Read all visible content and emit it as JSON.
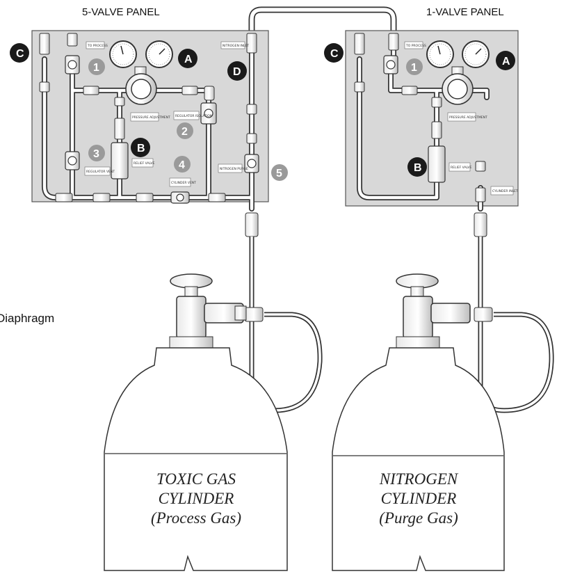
{
  "panels": {
    "five_valve_title": "5-VALVE PANEL",
    "one_valve_title": "1-VALVE PANEL"
  },
  "side_label": "Diaphragm",
  "five_valve_tags": {
    "to_process": "TO PROCESS",
    "nitrogen_inlet": "NITROGEN INLET",
    "pressure_adjustment": "PRESSURE ADJUSTMENT",
    "regulator_isolation": "REGULATOR ISOLATION",
    "regulator_vent": "REGULATOR VENT",
    "relief_valve": "RELIEF VALVE",
    "nitrogen_purge": "NITROGEN PURGE",
    "cylinder_vent": "CYLINDER VENT"
  },
  "one_valve_tags": {
    "to_process": "TO PROCESS",
    "pressure_adjustment": "PRESSURE ADJUSTMENT",
    "relief_valve": "RELIEF VALVE",
    "cylinder_inlet": "CYLINDER INLET"
  },
  "badges": {
    "dark": [
      "A",
      "B",
      "C",
      "D"
    ],
    "numbers": [
      "1",
      "2",
      "3",
      "4",
      "5"
    ]
  },
  "cylinders": {
    "toxic": {
      "line1": "TOXIC GAS",
      "line2": "CYLINDER",
      "line3": "(Process Gas)"
    },
    "nitrogen": {
      "line1": "NITROGEN",
      "line2": "CYLINDER",
      "line3": "(Purge Gas)"
    }
  },
  "colors": {
    "panel": "#d9d9d9",
    "tubing": "#ffffff",
    "outline": "#333333",
    "dark_badge": "#1a1a1a",
    "gray_badge": "#9a9a9a"
  }
}
